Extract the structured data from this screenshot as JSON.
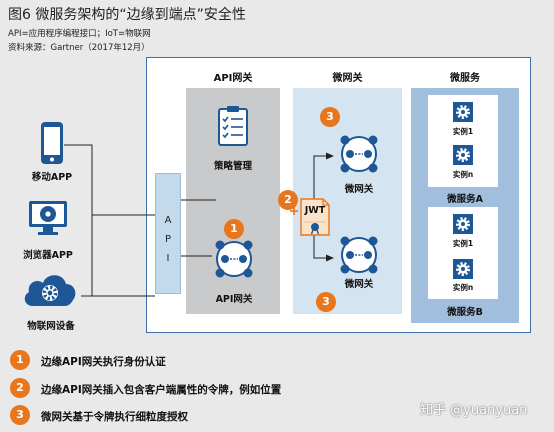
{
  "header": {
    "title": "图6  微服务架构的“边缘到端点”安全性",
    "note": "API=应用程序编程接口；IoT=物联网",
    "source": "资料来源：Gartner（2017年12月）"
  },
  "columns": {
    "api_gateway": "API网关",
    "micro_gateway": "微网关",
    "microservices": "微服务"
  },
  "clients": [
    {
      "label": "移动APP",
      "icon": "mobile-phone-icon"
    },
    {
      "label": "浏览器APP",
      "icon": "monitor-gear-icon"
    },
    {
      "label": "物联网设备",
      "icon": "cloud-gear-icon"
    }
  ],
  "api_bar": {
    "letters": [
      "A",
      "P",
      "I"
    ]
  },
  "policy": {
    "label": "策略管理",
    "icon": "clipboard-checklist-icon"
  },
  "gateway_node": {
    "label": "API网关",
    "icon": "gateway-hub-icon"
  },
  "micro_gateways": [
    {
      "label": "微网关",
      "icon": "gateway-hub-icon"
    },
    {
      "label": "微网关",
      "icon": "gateway-hub-icon"
    }
  ],
  "token": {
    "label": "JWT",
    "icon": "token-certificate-icon"
  },
  "services": [
    {
      "group": "微服务A",
      "instances": [
        "实例1",
        "实例n"
      ]
    },
    {
      "group": "微服务B",
      "instances": [
        "实例1",
        "实例n"
      ]
    }
  ],
  "badges": [
    "1",
    "2",
    "3",
    "3"
  ],
  "legend": [
    {
      "num": "1",
      "text": "边缘API网关执行身份认证"
    },
    {
      "num": "2",
      "text": "边缘API网关插入包含客户端属性的令牌，例如位置"
    },
    {
      "num": "3",
      "text": "微网关基于令牌执行细粒度授权"
    }
  ],
  "watermark": "知乎 @yuanyuan",
  "colors": {
    "accent_orange": "#e8761c",
    "icon_blue": "#1e5796",
    "frame_blue": "#3c6fa6",
    "microservice_column": "#a1bfdc",
    "microgateway_column": "#d4e4f1",
    "gateway_column": "#c9cacb"
  }
}
